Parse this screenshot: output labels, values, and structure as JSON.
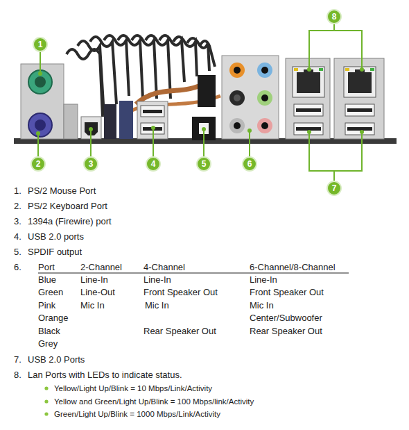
{
  "diagram": {
    "labels": [
      "8",
      "1",
      "2",
      "3",
      "4",
      "5",
      "6",
      "7",
      "1.",
      "PS/2 Mouse Port",
      "2.",
      "PS/2 Keyboard Port",
      "3.",
      "1394a (Firewire) port",
      "4.",
      "USB 2.0 ports",
      "5.",
      "SPDIF output",
      "6.",
      "Port",
      "2-Channel",
      "4-Channel",
      "6-Channel/8-Channel",
      "Blue",
      "Line-In",
      "Line-In",
      "Line-In",
      "Green",
      "Line-Out",
      "Front Speaker Out",
      "Front Speaker Out",
      "Pink",
      "Mic In",
      "Mic In",
      "Mic In",
      "Orange",
      "Center/Subwoofer",
      "Black",
      "Rear Speaker Out",
      "Rear Speaker Out",
      "Grey",
      "7.",
      "USB 2.0 Ports",
      "8.",
      "Lan Ports with LEDs to indicate status.",
      "Yellow/Light Up/Blink = 10 Mbps/Link/Activity",
      "Yellow and Green/Light Up/Blink = 100 Mbps/link/Activity",
      "Green/Light Up/Blink = 1000 Mbps/Link/Activity"
    ]
  }
}
